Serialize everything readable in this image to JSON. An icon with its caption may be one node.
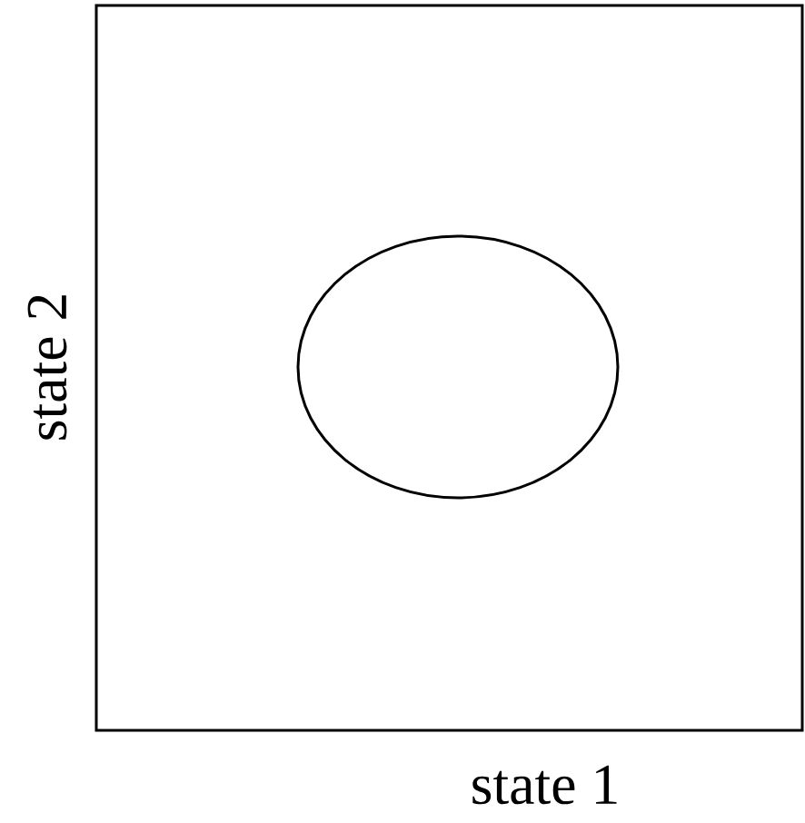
{
  "diagram": {
    "nodes": [
      {
        "text": [],
        "shape": "circle"
      }
    ],
    "labels": [
      "state 2",
      "state 1"
    ]
  }
}
